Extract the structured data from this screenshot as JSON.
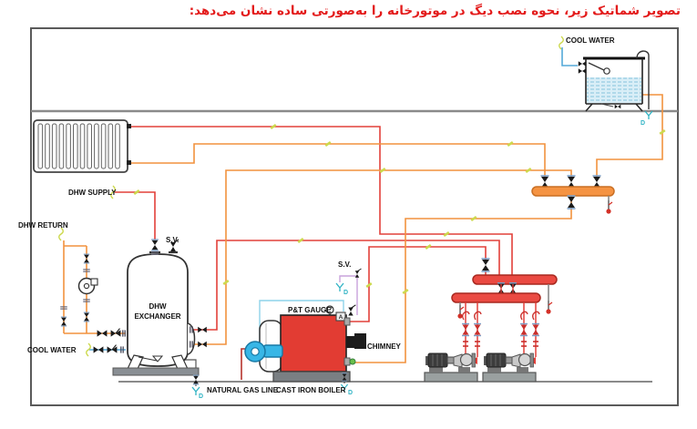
{
  "title": "تصویر شماتیک زیر، نحوه نصب دیگ در موتورخانه را به‌صورتی ساده نشان می‌دهد:",
  "labels": {
    "cool_water_roof": "COOL WATER",
    "dhw_supply": "DHW SUPPLY",
    "dhw_return": "DHW RETURN",
    "sv_exchanger": "S.V.",
    "sv_boiler": "S.V.",
    "exchanger_line1": "DHW",
    "exchanger_line2": "EXCHANGER",
    "cool_water_feed": "COOL WATER",
    "pt_gauge": "P&T GAUGE",
    "chimney": "CHIMNEY",
    "natural_gas_line": "NATURAL GAS LINE",
    "cast_iron_boiler": "CAST IRON BOILER",
    "aquastat": "A",
    "drain": "D"
  },
  "colors": {
    "title_text": "#e31b1b",
    "supply_pipe": "#e2403a",
    "return_pipe": "#f2923e",
    "cold_water_pipe": "#54a9d9",
    "control_line": "#8ed3ea",
    "safety_vent_line": "#c9a3dc",
    "gas_line": "#b5342c",
    "boiler_body": "#e23c33",
    "burner": "#38b6e6",
    "supply_manifold": "#ea4a42",
    "return_manifold": "#f59342",
    "union_mark": "#cdd94e",
    "drain_mark": "#2fb3c4",
    "water_fill": "#d9eef7"
  }
}
